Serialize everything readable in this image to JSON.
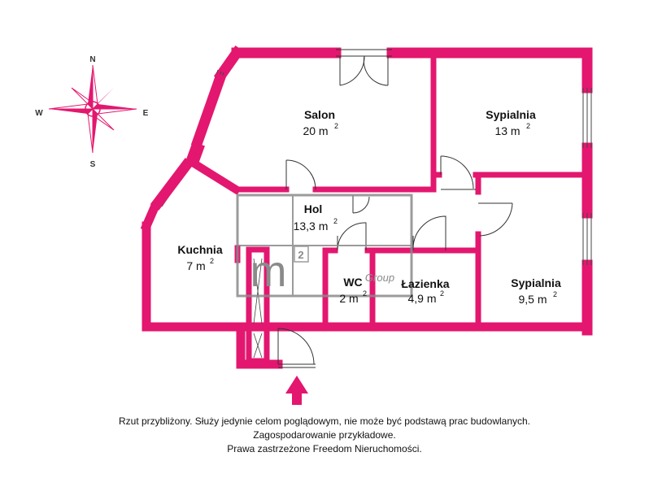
{
  "compass": {
    "north": "N",
    "south": "S",
    "east": "E",
    "west": "W"
  },
  "rooms": {
    "salon": {
      "name": "Salon",
      "area": "20 m",
      "unit_exp": "2"
    },
    "sypialnia_1": {
      "name": "Sypialnia",
      "area": "13 m",
      "unit_exp": "2"
    },
    "hol": {
      "name": "Hol",
      "area": "13,3 m",
      "unit_exp": "2"
    },
    "kuchnia": {
      "name": "Kuchnia",
      "area": "7 m",
      "unit_exp": "2"
    },
    "wc": {
      "name": "WC",
      "area": "2 m",
      "unit_exp": "2"
    },
    "lazienka": {
      "name": "Łazienka",
      "area": "4,9 m",
      "unit_exp": "2"
    },
    "sypialnia_2": {
      "name": "Sypialnia",
      "area": "9,5 m",
      "unit_exp": "2"
    }
  },
  "watermark": {
    "letter": "m",
    "number": "2",
    "word": "Group"
  },
  "disclaimer": {
    "line1": "Rzut przybliżony. Służy jedynie celom poglądowym, nie może być podstawą prac budowlanych.",
    "line2": "Zagospodarowanie przykładowe.",
    "line3": "Prawa zastrzeżone Freedom Nieruchomości."
  },
  "colors": {
    "wall": "#e3176f",
    "wall_inner_line": "#333333",
    "watermark": "#8a8a8a",
    "entrance_arrow": "#e3176f"
  }
}
